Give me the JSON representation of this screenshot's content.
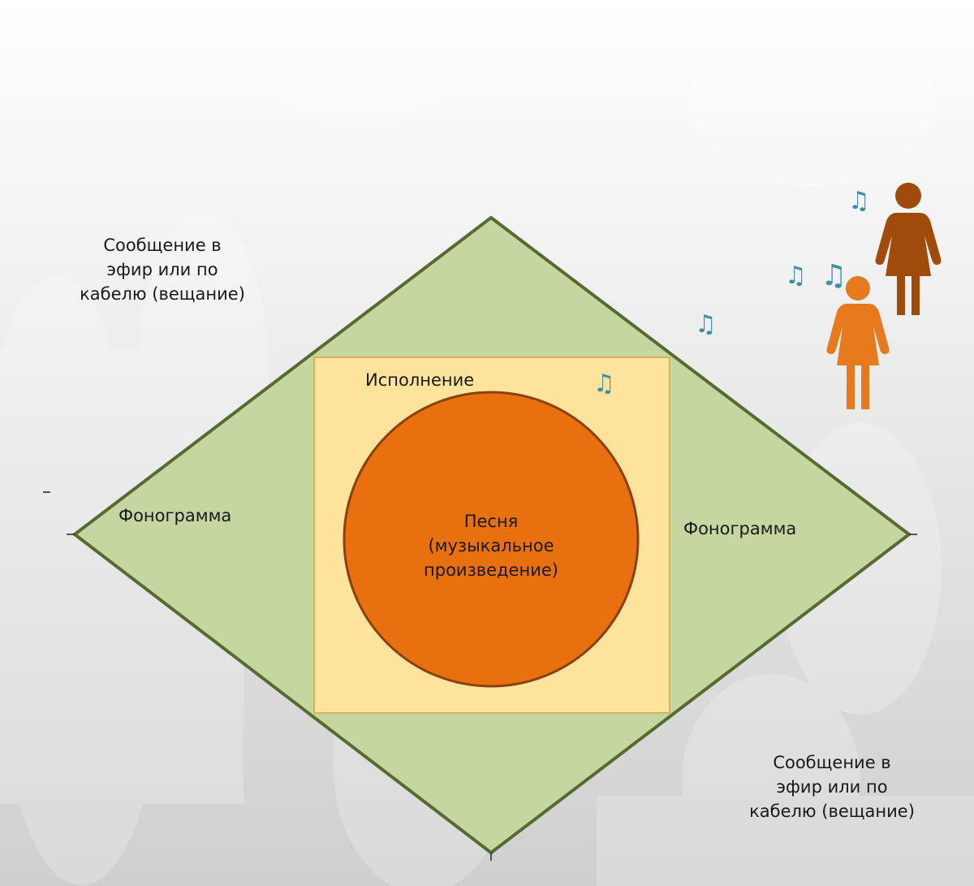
{
  "labels": {
    "song": "Песня\n(музыкальное\nпроизведение)",
    "performance": "Исполнение",
    "phonogram_left": "Фонограмма",
    "phonogram_right": "Фонограмма",
    "broadcast_top": "Сообщение в\nэфир или по\nкабелю (вещание)",
    "broadcast_bottom": "Сообщение в\nэфир или по\nкабелю (вещание)"
  },
  "icons": {
    "note": "♫",
    "person_large": "woman-icon",
    "person_small": "woman-icon"
  },
  "colors": {
    "diamond_fill": "#c5d6a0",
    "diamond_stroke": "#556b2f",
    "square_fill": "#fde39b",
    "square_stroke": "#d6b25a",
    "circle_fill": "#e8700f",
    "circle_stroke": "#8a4010",
    "person_large": "#a04a0c",
    "person_small": "#e87a1e",
    "note": "#3e8fa6"
  }
}
